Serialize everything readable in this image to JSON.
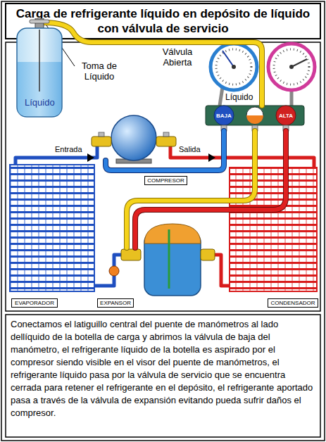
{
  "diagram": {
    "title": "Carga de refrigerante líquido en depósito de líquido con válvula de servicio",
    "caption": "Conectamos el latiguillo central del puente de manómetros al lado dellíquido de la botella de carga y abrimos la válvula de baja del manómetro, el refrigerante líquido de la botella es aspirado por el compresor siendo visible en el visor del puente de manómetros, el refrigerante líquido pasa por la válvula de servicio que se encuentra cerrada para retener el refrigerante en el depósito, el refrigerante aportado pasa a través de la válvula de expansión evitando pueda sufrir daños el compresor.",
    "nodes": [
      {
        "text": [
          "Líquido"
        ]
      },
      {
        "text": [
          "COMPRESOR"
        ]
      },
      {
        "text": [
          "EVAPORADOR"
        ]
      },
      {
        "text": [
          "EXPANSOR"
        ]
      },
      {
        "text": [
          "CONDENSADOR"
        ]
      }
    ],
    "labels": [
      "Toma de Líquido",
      "Válvula Abierta",
      "Líquido",
      "BAJA",
      "ALTA",
      "Entrada",
      "Salida"
    ]
  }
}
